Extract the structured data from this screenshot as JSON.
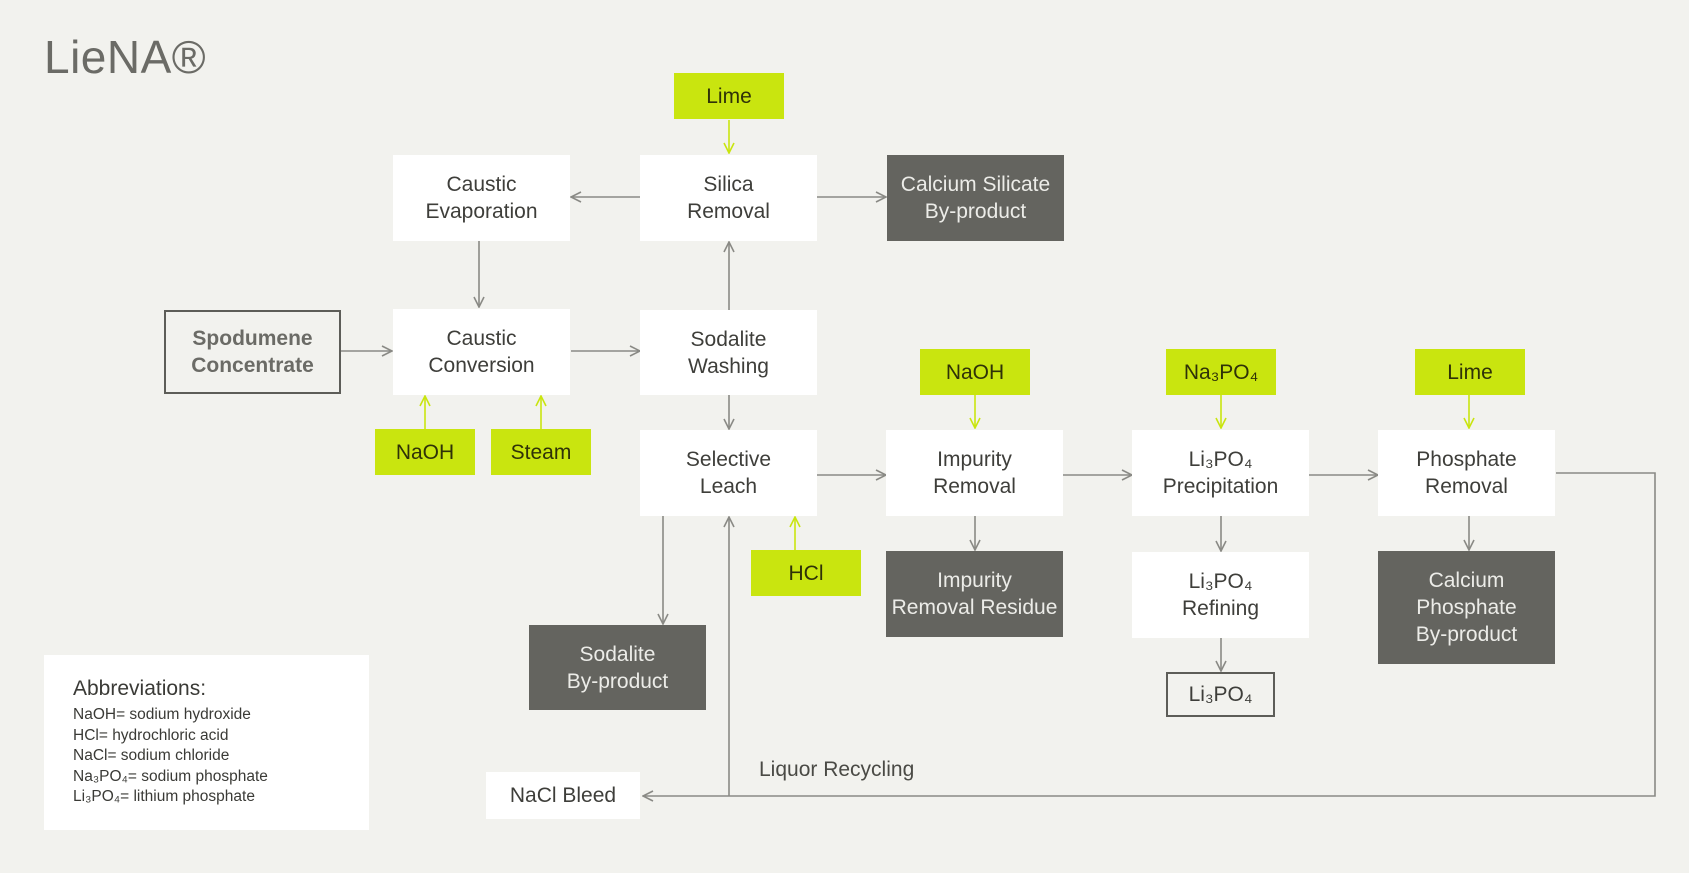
{
  "title": "LieNA®",
  "nodes": {
    "spodumene": [
      "Spodumene",
      "Concentrate"
    ],
    "caustic_evaporation": [
      "Caustic",
      "Evaporation"
    ],
    "caustic_conversion": [
      "Caustic",
      "Conversion"
    ],
    "silica_removal": [
      "Silica",
      "Removal"
    ],
    "sodalite_washing": [
      "Sodalite",
      "Washing"
    ],
    "selective_leach": [
      "Selective",
      "Leach"
    ],
    "impurity_removal": [
      "Impurity",
      "Removal"
    ],
    "li3po4_precipitation": [
      "Li₃PO₄",
      "Precipitation"
    ],
    "phosphate_removal": [
      "Phosphate",
      "Removal"
    ],
    "li3po4_refining": [
      "Li₃PO₄",
      "Refining"
    ],
    "li3po4_product": [
      "Li₃PO₄"
    ],
    "nacl_bleed": [
      "NaCl Bleed"
    ]
  },
  "inputs": {
    "lime_top": "Lime",
    "naoh_conversion": "NaOH",
    "steam": "Steam",
    "hcl": "HCl",
    "naoh_impurity": "NaOH",
    "na3po4": "Na₃PO₄",
    "lime_phosphate": "Lime"
  },
  "byproducts": {
    "calcium_silicate": [
      "Calcium Silicate",
      "By-product"
    ],
    "sodalite": [
      "Sodalite",
      "By-product"
    ],
    "impurity_residue": [
      "Impurity",
      "Removal Residue"
    ],
    "calcium_phosphate": [
      "Calcium",
      "Phosphate",
      "By-product"
    ]
  },
  "labels": {
    "liquor_recycling": "Liquor Recycling"
  },
  "abbreviations": {
    "heading": "Abbreviations:",
    "items": [
      "NaOH= sodium hydroxide",
      "HCl= hydrochloric acid",
      "NaCl= sodium chloride",
      "Na₃PO₄= sodium phosphate",
      "Li₃PO₄= lithium phosphate"
    ]
  },
  "colors": {
    "background": "#f2f2ee",
    "input": "#c9e50f",
    "byproduct": "#64645f",
    "process": "#ffffff",
    "connector": "#8a8a85"
  }
}
